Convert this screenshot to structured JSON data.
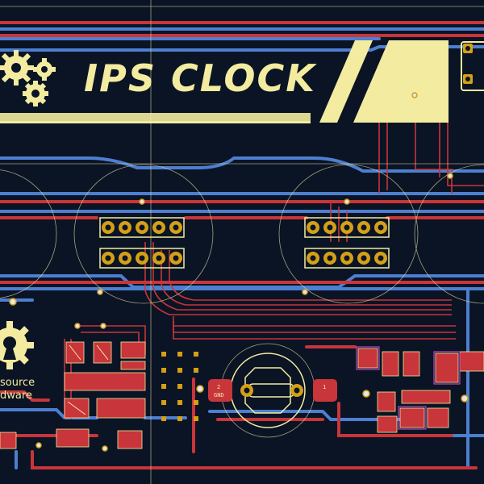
{
  "board": {
    "title": "IPS CLOCK",
    "silkscreen_lines": [
      "source",
      "dware"
    ],
    "battery_labels": {
      "left_num": "2",
      "left_name": "GND",
      "right_num": "1"
    }
  },
  "colors": {
    "background": "#0a1424",
    "top_copper": "#c8353a",
    "bottom_copper": "#4d7fd1",
    "silkscreen": "#f3eba0",
    "pad": "#d4a017",
    "edge_cut": "#d9cfa0"
  },
  "icons": {
    "logo": "gears-icon",
    "oshw": "open-source-hardware-icon"
  }
}
